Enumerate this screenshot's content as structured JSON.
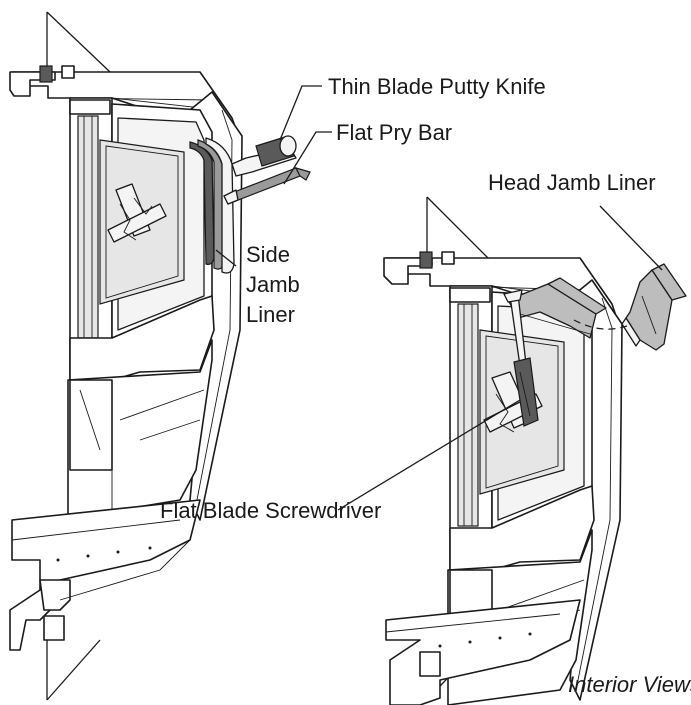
{
  "labels": {
    "putty_knife": "Thin Blade Putty Knife",
    "pry_bar": "Flat Pry Bar",
    "head_jamb_liner": "Head Jamb Liner",
    "side_jamb_liner_line1": "Side",
    "side_jamb_liner_line2": "Jamb",
    "side_jamb_liner_line3": "Liner",
    "screwdriver": "Flat Blade Screwdriver",
    "caption": "Interior Views"
  }
}
